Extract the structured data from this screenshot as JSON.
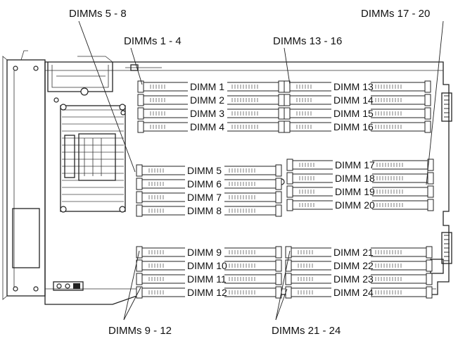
{
  "group_labels": {
    "dimms_5_8": "DIMMs 5 - 8",
    "dimms_1_4": "DIMMs 1 - 4",
    "dimms_13_16": "DIMMs 13 - 16",
    "dimms_17_20": "DIMMs 17 - 20",
    "dimms_9_12": "DIMMs 9 - 12",
    "dimms_21_24": "DIMMs 21 - 24"
  },
  "dimms": [
    {
      "id": 1,
      "label": "DIMM 1"
    },
    {
      "id": 2,
      "label": "DIMM 2"
    },
    {
      "id": 3,
      "label": "DIMM 3"
    },
    {
      "id": 4,
      "label": "DIMM 4"
    },
    {
      "id": 5,
      "label": "DIMM 5"
    },
    {
      "id": 6,
      "label": "DIMM 6"
    },
    {
      "id": 7,
      "label": "DIMM 7"
    },
    {
      "id": 8,
      "label": "DIMM 8"
    },
    {
      "id": 9,
      "label": "DIMM 9"
    },
    {
      "id": 10,
      "label": "DIMM 10"
    },
    {
      "id": 11,
      "label": "DIMM 11"
    },
    {
      "id": 12,
      "label": "DIMM 12"
    },
    {
      "id": 13,
      "label": "DIMM 13"
    },
    {
      "id": 14,
      "label": "DIMM 14"
    },
    {
      "id": 15,
      "label": "DIMM 15"
    },
    {
      "id": 16,
      "label": "DIMM 16"
    },
    {
      "id": 17,
      "label": "DIMM 17"
    },
    {
      "id": 18,
      "label": "DIMM 18"
    },
    {
      "id": 19,
      "label": "DIMM 19"
    },
    {
      "id": 20,
      "label": "DIMM 20"
    },
    {
      "id": 21,
      "label": "DIMM 21"
    },
    {
      "id": 22,
      "label": "DIMM 22"
    },
    {
      "id": 23,
      "label": "DIMM 23"
    },
    {
      "id": 24,
      "label": "DIMM 24"
    }
  ],
  "colors": {
    "line": "#222222",
    "background": "#ffffff"
  }
}
